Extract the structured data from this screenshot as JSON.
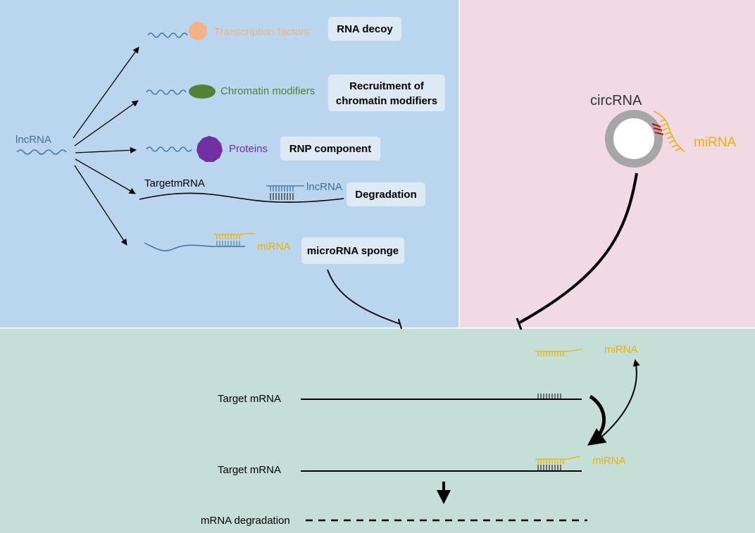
{
  "colors": {
    "panel_lncrna": "#b9d6ee",
    "panel_circrna": "#f1d9e5",
    "panel_mrna": "#c3dfd7",
    "label_box": "#dde9f5",
    "lncrna_blue": "#41719c",
    "transcription_factor": "#f4b183",
    "chromatin_modifier": "#548235",
    "protein": "#7030a0",
    "mirna": "#f0b000",
    "circ_ring": "#a6a6a6",
    "circ_binding": "#c00000"
  },
  "lncrna_panel": {
    "source_label": "lncRNA",
    "mechanisms": [
      {
        "ligand_label": "Transcription factors",
        "box_label": [
          "RNA decoy"
        ]
      },
      {
        "ligand_label": "Chromatin modifiers",
        "box_label": [
          "Recruitment of",
          "chromatin modifiers"
        ]
      },
      {
        "ligand_label": "Proteins",
        "box_label": [
          "RNP component"
        ]
      },
      {
        "target_label": "TargetmRNA",
        "ligand_label": "lncRNA",
        "box_label": [
          "Degradation"
        ]
      },
      {
        "ligand_label": "miRNA",
        "box_label": [
          "microRNA sponge"
        ]
      }
    ]
  },
  "circrna_panel": {
    "circ_label": "circRNA",
    "mirna_label": "miRNA"
  },
  "mrna_panel": {
    "free_mirna_label": "miRNA",
    "target_label_1": "Target mRNA",
    "target_label_2": "Target mRNA",
    "bound_mirna_label": "miRNA",
    "degradation_label": "mRNA degradation"
  }
}
